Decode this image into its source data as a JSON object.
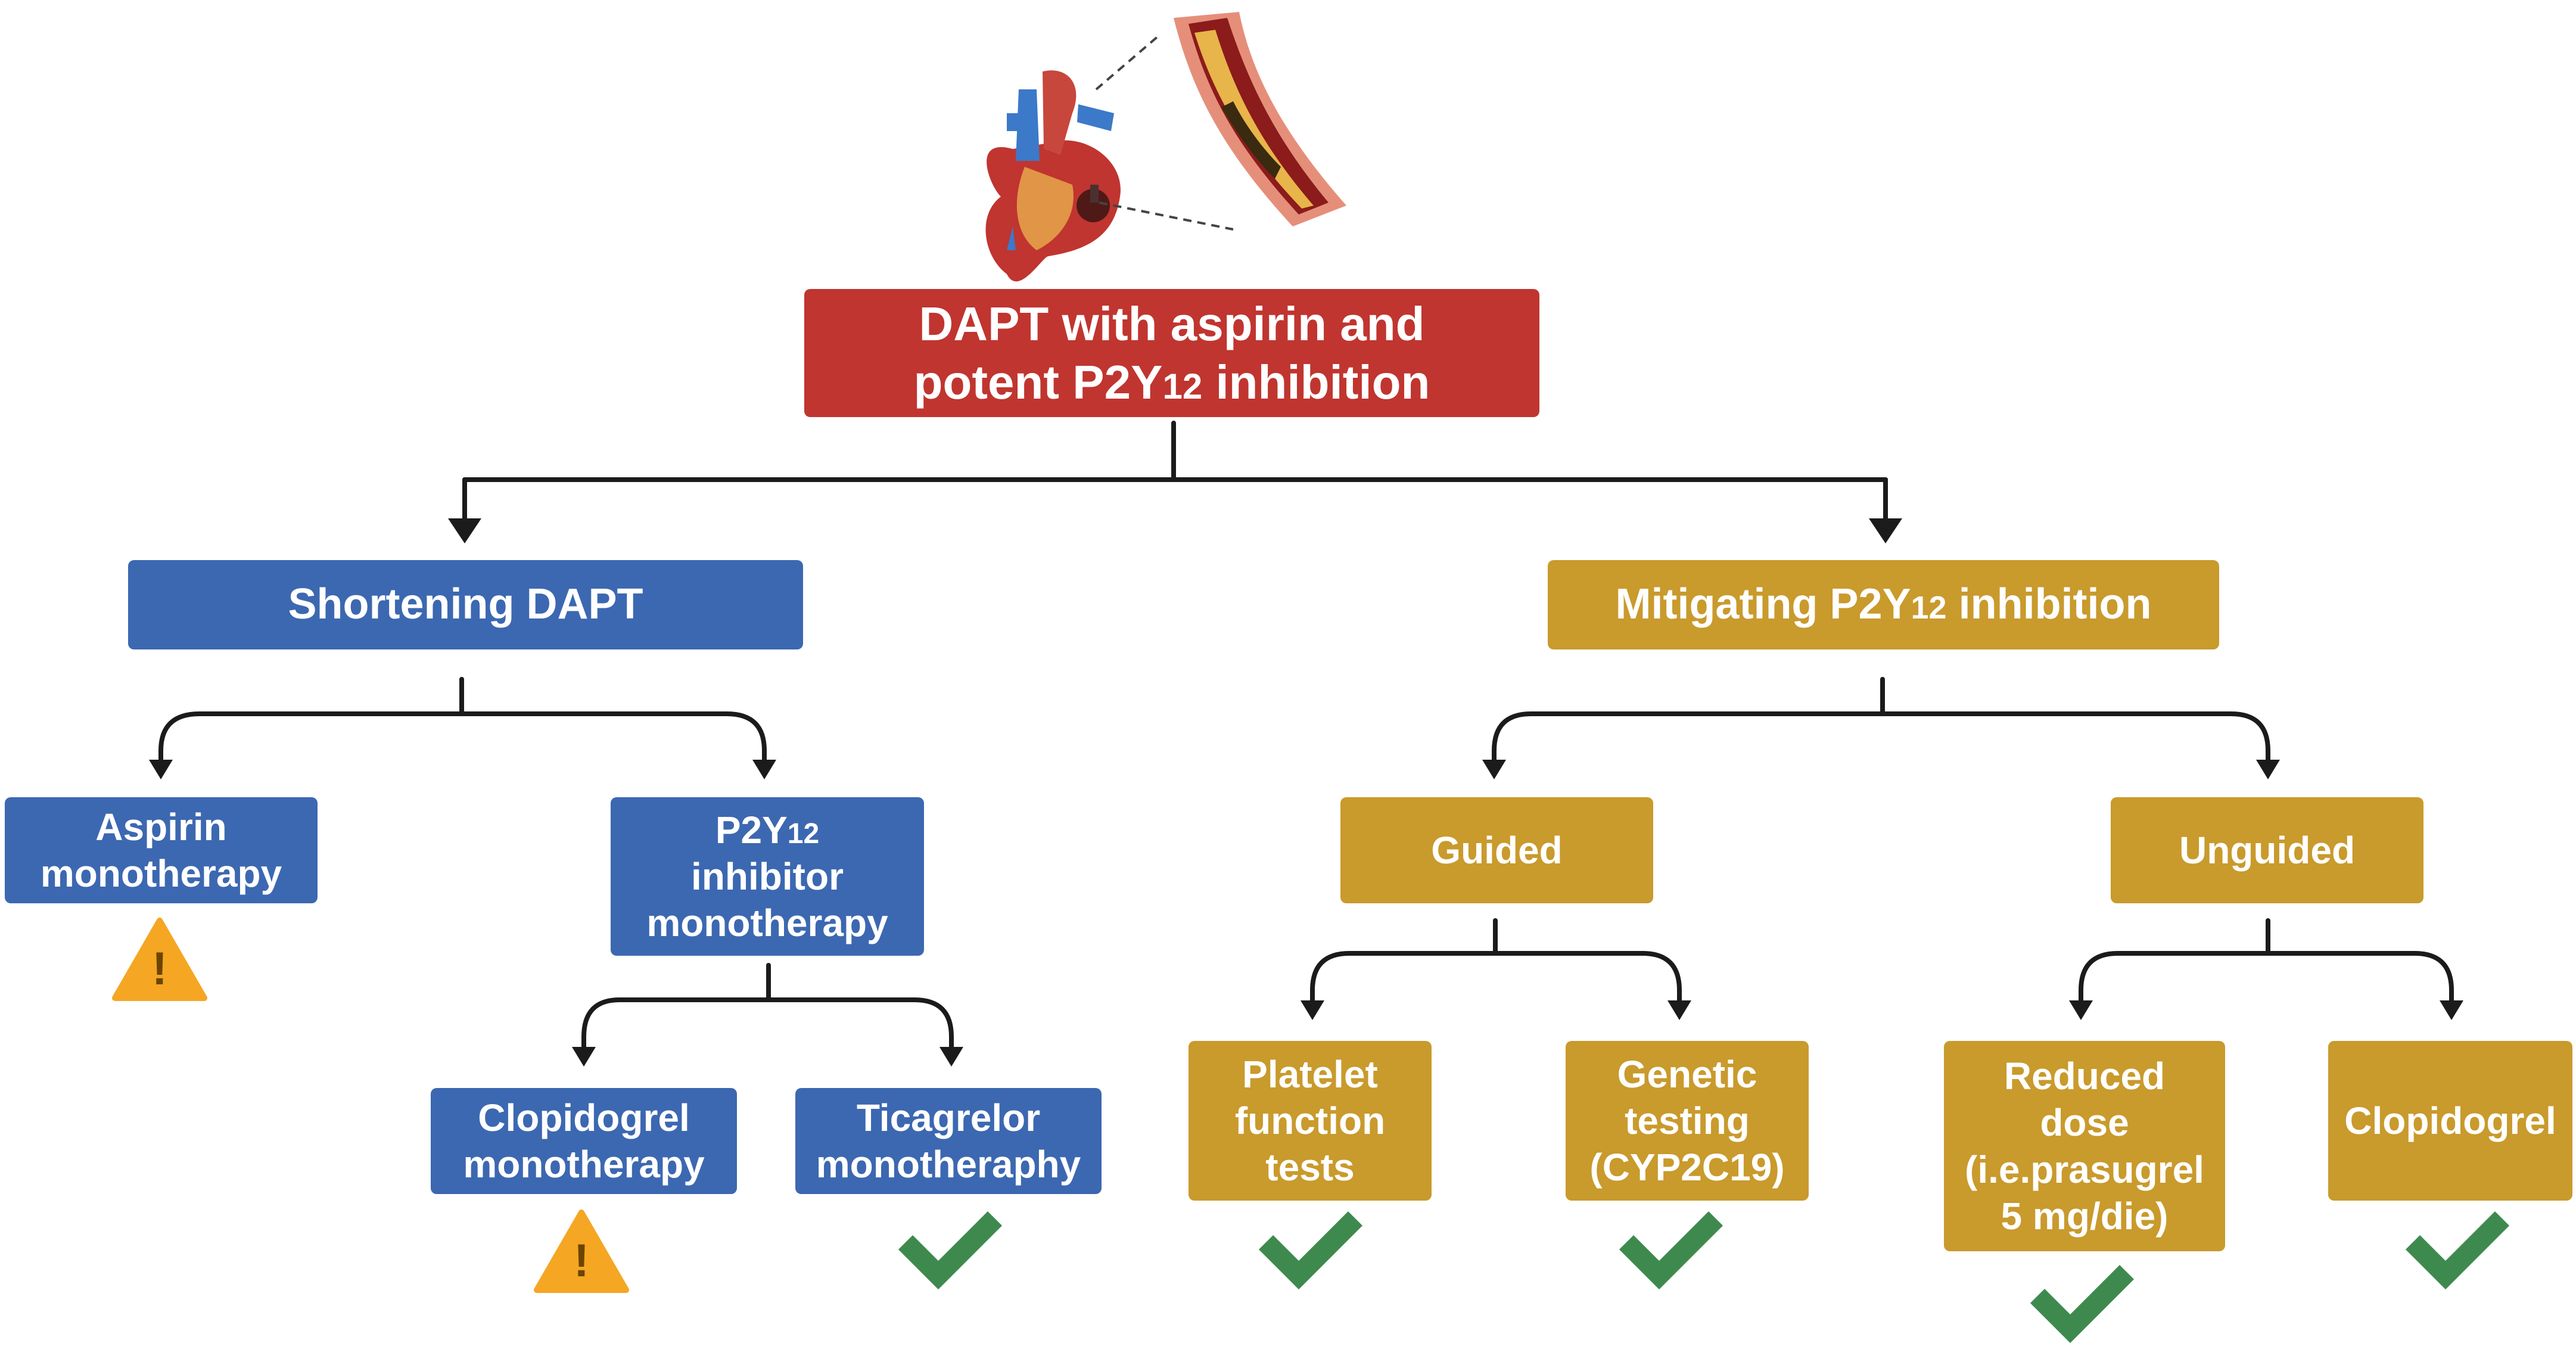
{
  "nodes": {
    "root": {
      "l1": "DAPT with aspirin and",
      "l2a": "potent P2Y",
      "l2sub": "12",
      "l2b": " inhibition"
    },
    "shortening": {
      "label": "Shortening DAPT"
    },
    "mitigating": {
      "a": "Mitigating P2Y",
      "sub": "12",
      "b": " inhibition"
    },
    "aspirin": {
      "l1": "Aspirin",
      "l2": "monotherapy"
    },
    "p2y12": {
      "l1a": "P2Y",
      "l1sub": "12",
      "l2": "inhibitor",
      "l3": "monotherapy"
    },
    "clopidogrel_mono": {
      "l1": "Clopidogrel",
      "l2": "monotherapy"
    },
    "ticagrelor_mono": {
      "l1": "Ticagrelor",
      "l2": "monotheraphy"
    },
    "guided": {
      "label": "Guided"
    },
    "unguided": {
      "label": "Unguided"
    },
    "platelet": {
      "l1": "Platelet",
      "l2": "function",
      "l3": "tests"
    },
    "genetic": {
      "l1": "Genetic",
      "l2": "testing",
      "l3": "(CYP2C19)"
    },
    "reduced": {
      "l1": "Reduced",
      "l2": "dose",
      "l3": "(i.e.prasugrel",
      "l4": "5 mg/die)"
    },
    "clopidogrel": {
      "label": "Clopidogrel"
    }
  },
  "warning_glyph": "!",
  "colors": {
    "root": "#c0352f",
    "shortening_branch": "#3c68b1",
    "mitigating_branch": "#c99a2c",
    "warning": "#f5a623",
    "check": "#3e8a4e"
  }
}
